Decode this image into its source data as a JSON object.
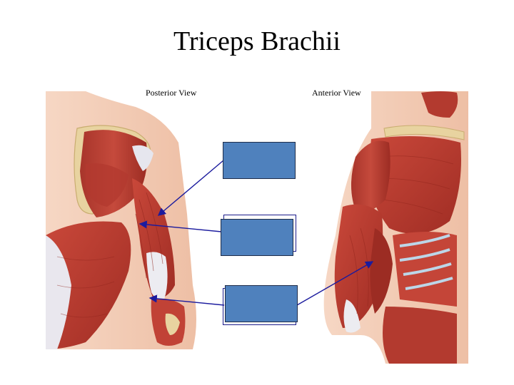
{
  "slide": {
    "title": "Triceps Brachii",
    "posterior_label": "Posterior View",
    "anterior_label": "Anterior View"
  },
  "label_boxes": [
    {
      "id": "box-top",
      "text": ""
    },
    {
      "id": "box-middle",
      "text": ""
    },
    {
      "id": "box-bottom",
      "text": ""
    }
  ],
  "colors": {
    "box_fill": "#4f81bd",
    "arrow": "#1b1b9e",
    "muscle": "#b8392e",
    "skin": "#f2c9b0",
    "bone": "#e8d3a0",
    "tendon": "#e4e4ec"
  }
}
